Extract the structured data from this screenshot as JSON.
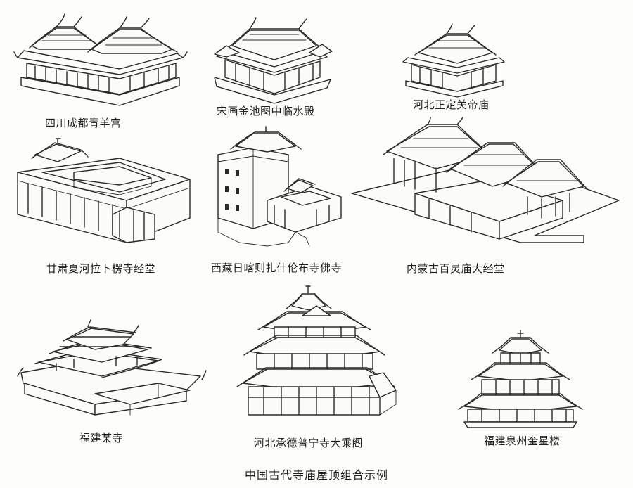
{
  "figure": {
    "caption": "中国古代寺庙屋顶组合示例",
    "examples": [
      {
        "id": "qingyanggong",
        "label": "四川成都青羊宫"
      },
      {
        "id": "jinchitu",
        "label": "宋画金池图中临水殿"
      },
      {
        "id": "guandimiao",
        "label": "河北正定关帝庙"
      },
      {
        "id": "labuleng",
        "label": "甘肃夏河拉卜楞寺经堂"
      },
      {
        "id": "zhashilunbu",
        "label": "西藏日喀则扎什伦布寺佛寺"
      },
      {
        "id": "bailingmiao",
        "label": "内蒙古百灵庙大经堂"
      },
      {
        "id": "fujiansi",
        "label": "福建某寺"
      },
      {
        "id": "puningsi",
        "label": "河北承德普宁寺大乘阁"
      },
      {
        "id": "kuixinglou",
        "label": "福建泉州奎星楼"
      }
    ]
  }
}
